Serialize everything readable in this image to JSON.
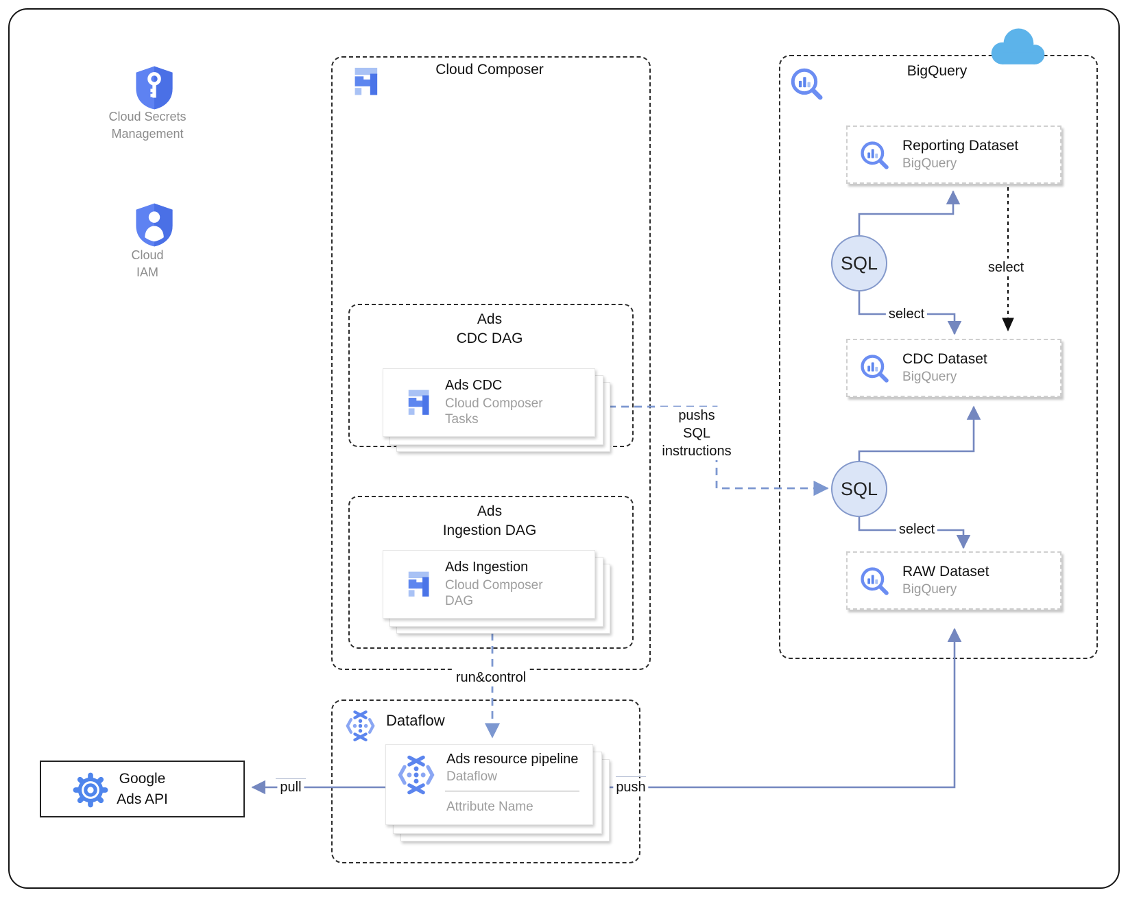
{
  "colors": {
    "accent_blue": "#5c85ee",
    "light_blue": "#a9c2f5",
    "arrow_blue": "#7487bf",
    "dashed_blue": "#7c97d0",
    "cloud_blue": "#5cb3ea",
    "gray_text": "#9a9a9a"
  },
  "left_panel": {
    "secrets": {
      "icon": "shield-key-icon",
      "label": "Cloud Secrets\nManagement"
    },
    "iam": {
      "icon": "shield-person-icon",
      "label": "Cloud\nIAM"
    }
  },
  "cloud_composer": {
    "title": "Cloud Composer",
    "cdc_dag": {
      "title": "Ads\nCDC DAG",
      "card": {
        "title": "Ads CDC",
        "subtitle": "Cloud Composer\nTasks"
      }
    },
    "ingestion_dag": {
      "title": "Ads\nIngestion DAG",
      "card": {
        "title": "Ads Ingestion",
        "subtitle": "Cloud Composer\nDAG"
      }
    }
  },
  "bigquery": {
    "title": "BigQuery",
    "datasets": [
      {
        "title": "Reporting Dataset",
        "subtitle": "BigQuery"
      },
      {
        "title": "CDC Dataset",
        "subtitle": "BigQuery"
      },
      {
        "title": "RAW Dataset",
        "subtitle": "BigQuery"
      }
    ],
    "sql_top": "SQL",
    "sql_bottom": "SQL"
  },
  "dataflow": {
    "title": "Dataflow",
    "card": {
      "title": "Ads resource pipeline",
      "subtitle": "Dataflow",
      "attribute": "Attribute Name"
    }
  },
  "google_ads_api": {
    "label": "Google\nAds API"
  },
  "edge_labels": {
    "pushs_sql": "pushs\nSQL\ninstructions",
    "select_top": "select",
    "select_dashed": "select",
    "select_bottom": "select",
    "run_control": "run&control",
    "pull": "pull",
    "push": "push"
  }
}
